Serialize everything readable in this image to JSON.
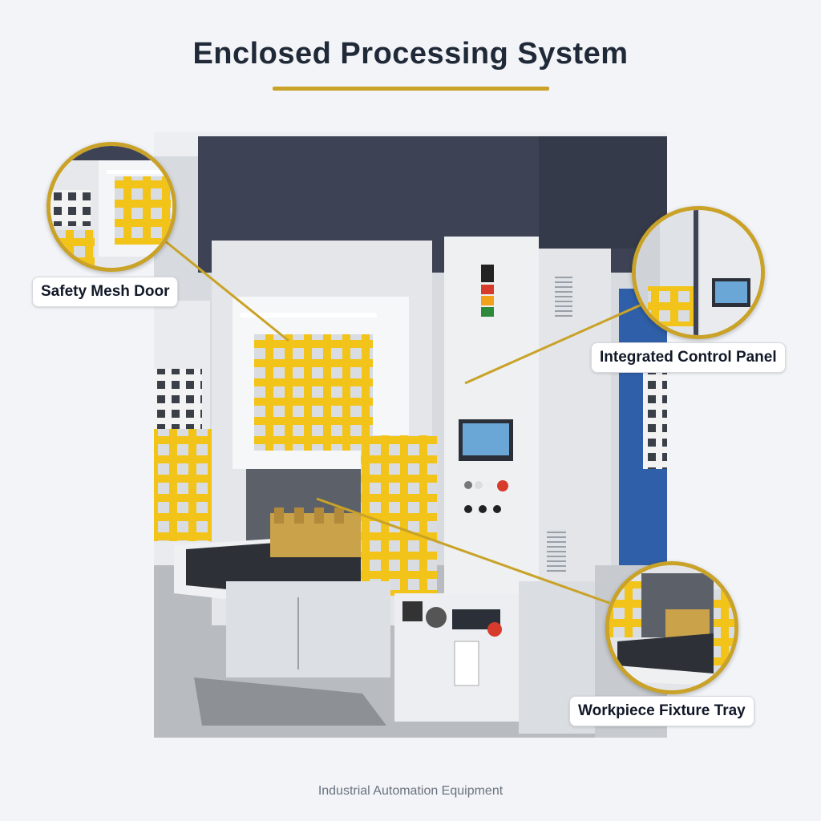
{
  "header": {
    "title": "Enclosed Processing System"
  },
  "callouts": {
    "safety_door": "Safety Mesh Door",
    "control_panel": "Integrated Control Panel",
    "fixture_tray": "Workpiece Fixture Tray"
  },
  "footer": {
    "caption": "Industrial Automation Equipment"
  },
  "colors": {
    "accent": "#c9a227",
    "title_text": "#1f2937",
    "machine_dark": "#3d4354",
    "safety_yellow": "#f2c318"
  }
}
